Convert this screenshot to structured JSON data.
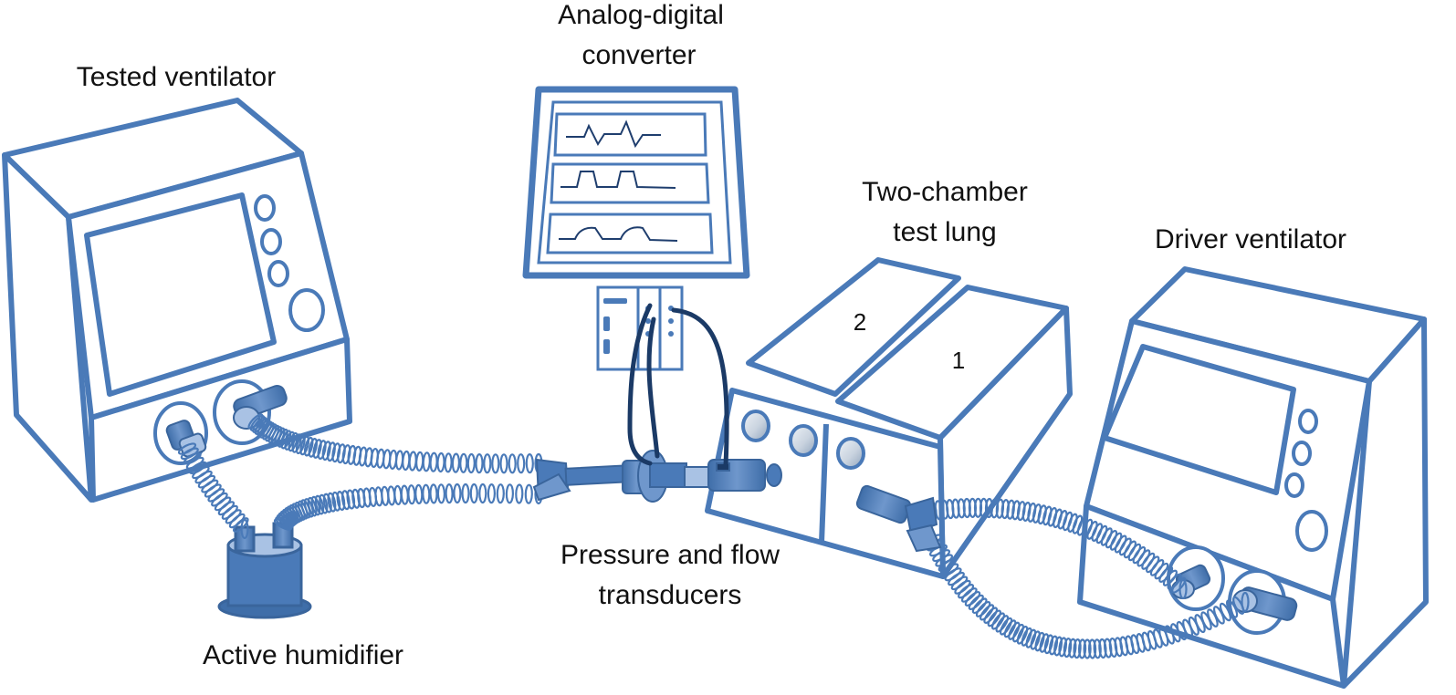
{
  "labels": {
    "tested_ventilator": "Tested ventilator",
    "adc_line1": "Analog-digital",
    "adc_line2": "converter",
    "test_lung_line1": "Two-chamber",
    "test_lung_line2": "test lung",
    "driver_ventilator": "Driver ventilator",
    "transducers_line1": "Pressure and flow",
    "transducers_line2": "transducers",
    "humidifier": "Active humidifier",
    "chamber_2": "2",
    "chamber_1": "1"
  },
  "colors": {
    "outline": "#4a7ab8",
    "device_fill": "#ffffff",
    "component_fill": "#4a7ab8",
    "component_light": "#a9c2e4",
    "cable": "#1b3a66",
    "text": "#111111"
  }
}
